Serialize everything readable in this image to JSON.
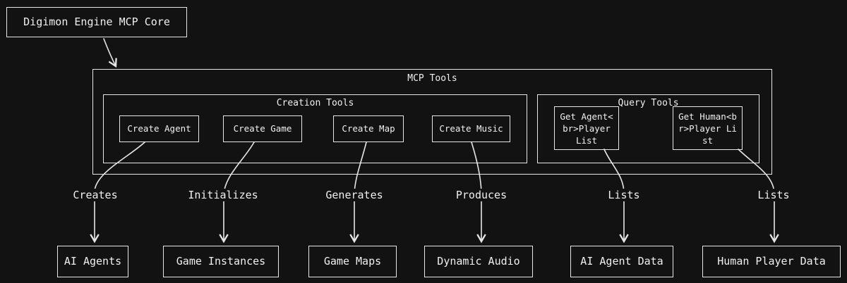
{
  "title_node": "Digimon Engine MCP Core",
  "groups": {
    "mcp_tools": "MCP Tools",
    "creation_tools": "Creation Tools",
    "query_tools": "Query Tools"
  },
  "tools": {
    "create_agent": "Create Agent",
    "create_game": "Create Game",
    "create_map": "Create Map",
    "create_music": "Create Music",
    "get_agent_list": "Get Agent<br>Player List",
    "get_human_list": "Get Human<br>Player List"
  },
  "edges": {
    "creates": "Creates",
    "initializes": "Initializes",
    "generates": "Generates",
    "produces": "Produces",
    "lists_agent": "Lists",
    "lists_human": "Lists"
  },
  "outputs": {
    "ai_agents": "AI Agents",
    "game_instances": "Game Instances",
    "game_maps": "Game Maps",
    "dynamic_audio": "Dynamic Audio",
    "ai_agent_data": "AI Agent Data",
    "human_player_data": "Human Player Data"
  },
  "colors": {
    "background": "#121212",
    "stroke": "#e6e6e6",
    "text": "#f0f0f0"
  }
}
